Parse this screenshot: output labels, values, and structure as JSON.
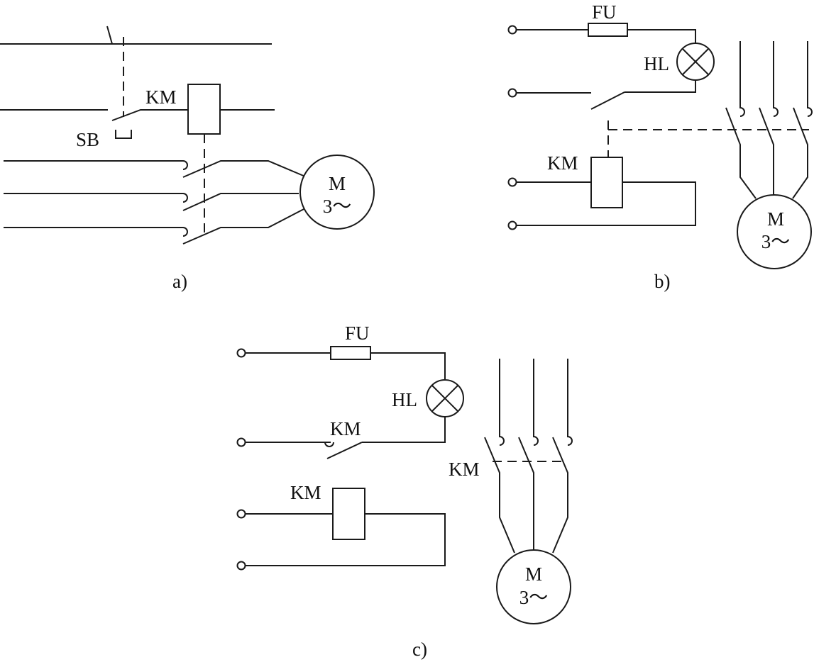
{
  "panel_a": {
    "caption": "a)",
    "labels": {
      "pushbutton": "SB",
      "contactor": "KM"
    },
    "motor": {
      "name": "M",
      "phase": "3～"
    }
  },
  "panel_b": {
    "caption": "b)",
    "labels": {
      "fuse": "FU",
      "lamp": "HL",
      "coil": "KM"
    },
    "motor": {
      "name": "M",
      "phase": "3～"
    }
  },
  "panel_c": {
    "caption": "c)",
    "labels": {
      "fuse": "FU",
      "lamp": "HL",
      "aux_contact": "KM",
      "coil": "KM",
      "main_contacts": "KM"
    },
    "motor": {
      "name": "M",
      "phase": "3～"
    }
  }
}
